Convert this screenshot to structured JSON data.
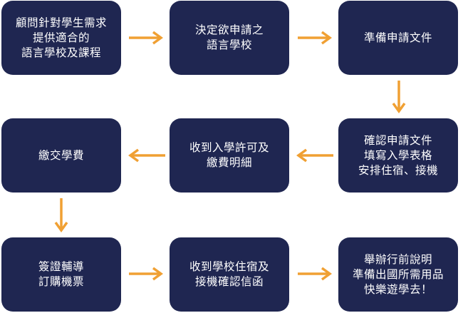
{
  "colors": {
    "box_fill": "#1f2651",
    "box_text": "#ffffff",
    "arrow": "#f0a033"
  },
  "steps": [
    {
      "text": "顧問針對學生需求\n提供適合的\n語言學校及課程"
    },
    {
      "text": "決定欲申請之\n語言學校"
    },
    {
      "text": "準備申請文件"
    },
    {
      "text": "確認申請文件\n填寫入學表格\n安排住宿、接機"
    },
    {
      "text": "收到入學許可及\n繳費明細"
    },
    {
      "text": "繳交學費"
    },
    {
      "text": "簽證輔導\n訂購機票"
    },
    {
      "text": "收到學校住宿及\n接機確認信函"
    },
    {
      "text": "舉辦行前說明\n準備出國所需用品\n快樂遊學去！"
    }
  ]
}
